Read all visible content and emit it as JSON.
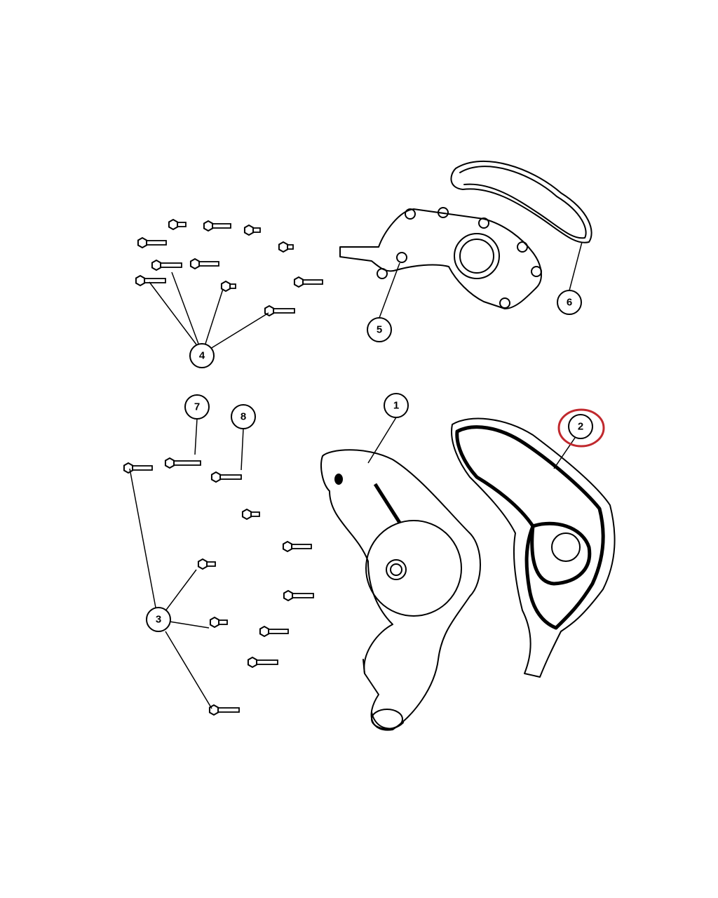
{
  "diagram": {
    "callouts": [
      {
        "id": "1",
        "part": "water-pump"
      },
      {
        "id": "2",
        "part": "gasket-water-pump",
        "highlighted": true
      },
      {
        "id": "3",
        "part": "bolts-water-pump"
      },
      {
        "id": "4",
        "part": "bolts-housing"
      },
      {
        "id": "5",
        "part": "coolant-housing"
      },
      {
        "id": "6",
        "part": "seal-housing"
      },
      {
        "id": "7",
        "part": "bolt"
      },
      {
        "id": "8",
        "part": "bolt"
      }
    ],
    "highlight_color": "#c0282d"
  }
}
